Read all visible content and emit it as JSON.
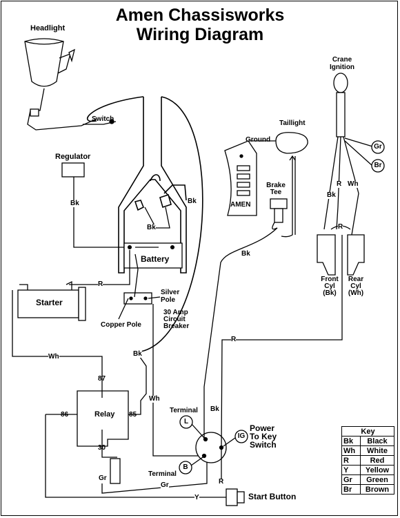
{
  "title": {
    "line1": "Amen Chassisworks",
    "line2": "Wiring Diagram"
  },
  "components": {
    "headlight": "Headlight",
    "switch": "Switch",
    "regulator": "Regulator",
    "battery": "Battery",
    "starter": "Starter",
    "silver_pole": [
      "Silver",
      "Pole"
    ],
    "breaker": [
      "30 Amp",
      "Circuit",
      "Breaker"
    ],
    "copper_pole": "Copper Pole",
    "relay": "Relay",
    "terminal_top": "Terminal",
    "terminal_bottom": "Terminal",
    "power_switch": [
      "Power",
      "To Key",
      "Switch"
    ],
    "start_button": "Start Button",
    "ground": "Ground",
    "taillight": "Taillight",
    "amen_plate": "AMEN",
    "brake_tee": [
      "Brake",
      "Tee"
    ],
    "crane_ignition": [
      "Crane",
      "Ignition"
    ],
    "front_cyl": [
      "Front",
      "Cyl",
      "(Bk)"
    ],
    "rear_cyl": [
      "Rear",
      "Cyl",
      "(Wh)"
    ]
  },
  "terminals": {
    "L": "L",
    "IG": "IG",
    "B": "B",
    "Gr_coil": "Gr",
    "Br_coil": "Br"
  },
  "relay_pins": {
    "p87": "87",
    "p86": "86",
    "p85": "85",
    "p30": "30"
  },
  "wire_labels": {
    "bk_regulator": "Bk",
    "bk_battery": "Bk",
    "bk_frame": "Bk",
    "bk_brake": "Bk",
    "bk_lower": "Bk",
    "bk_switch": "Bk",
    "bk_crane": "Bk",
    "r_starter": "R",
    "r_power": "R",
    "r_crane": "R",
    "r_cyl": "R",
    "r_button": "R",
    "wh_starter": "Wh",
    "wh_breaker": "Wh",
    "wh_crane": "Wh",
    "gr_relay": "Gr",
    "gr_switch": "Gr",
    "y_button": "Y"
  },
  "key": {
    "header": "Key",
    "rows": [
      {
        "code": "Bk",
        "name": "Black"
      },
      {
        "code": "Wh",
        "name": "White"
      },
      {
        "code": "R",
        "name": "Red"
      },
      {
        "code": "Y",
        "name": "Yellow"
      },
      {
        "code": "Gr",
        "name": "Green"
      },
      {
        "code": "Br",
        "name": "Brown"
      }
    ]
  }
}
